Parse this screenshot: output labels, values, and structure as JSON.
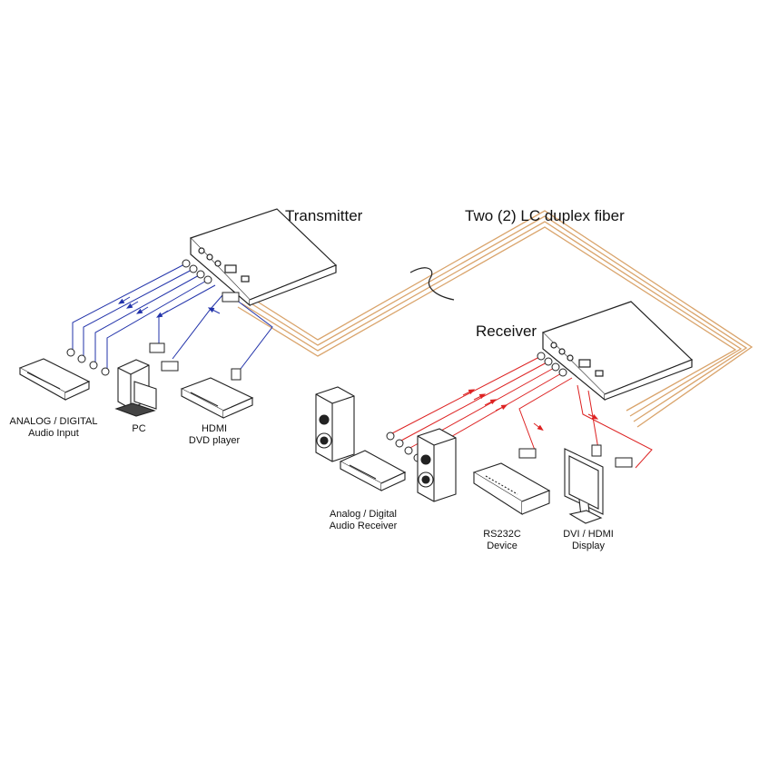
{
  "labels": {
    "transmitter": "Transmitter",
    "fiber": "Two (2) LC duplex fiber",
    "receiver": "Receiver",
    "audio_input_1": "ANALOG / DIGITAL",
    "audio_input_2": "Audio Input",
    "pc": "PC",
    "dvd_1": "HDMI",
    "dvd_2": "DVD player",
    "audio_receiver_1": "Analog / Digital",
    "audio_receiver_2": "Audio Receiver",
    "rs232_1": "RS232C",
    "rs232_2": "Device",
    "display_1": "DVI / HDMI",
    "display_2": "Display"
  },
  "colors": {
    "input_cable": "#2233aa",
    "output_cable": "#dd2222",
    "fiber": "#d9a36a",
    "device_fill": "#ffffff",
    "device_stroke": "#222222",
    "text": "#111111"
  }
}
